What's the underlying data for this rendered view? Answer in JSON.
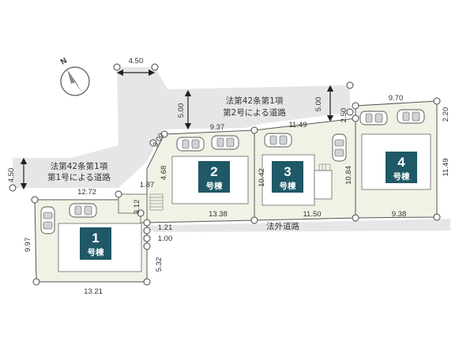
{
  "compass": {
    "label": "N"
  },
  "roads": {
    "road_42_2_line1": "法第42条第1項",
    "road_42_2_line2": "第2号による道路",
    "road_42_1_line1": "法第42条第1項",
    "road_42_1_line2": "第1号による道路",
    "outside_road": "法外道路"
  },
  "units": [
    {
      "number": "1",
      "label": "号棟"
    },
    {
      "number": "2",
      "label": "号棟"
    },
    {
      "number": "3",
      "label": "号棟"
    },
    {
      "number": "4",
      "label": "号棟"
    }
  ],
  "dimensions": {
    "road_top_width": "4.50",
    "road_top_depth": "5.00",
    "road_top_depth_right": "5.00",
    "road_left_width": "4.50",
    "lot4_top": "9.70",
    "lot4_top_right": "2.20",
    "lot4_right": "11.49",
    "lot4_left_top": "2.50",
    "lot4_left": "10.84",
    "lot4_bottom": "9.38",
    "lot3_top": "11.49",
    "lot3_left": "10.42",
    "lot3_bottom": "11.50",
    "lot2_top": "9.37",
    "lot2_corner": "3.00",
    "lot2_left": "4.68",
    "lot2_bottom": "13.38",
    "stair_width": "1.87",
    "stair_depth": "3.12",
    "gap_1": "1.21",
    "gap_2": "1.00",
    "lot1_top": "12.72",
    "lot1_left": "9.97",
    "lot1_right": "5.32",
    "lot1_bottom": "13.21"
  },
  "colors": {
    "lot_fill": "#f1f2e6",
    "road_fill": "#e4e6e8",
    "building_fill": "#ffffff",
    "badge_fill": "#1f5866",
    "line": "#555555"
  }
}
